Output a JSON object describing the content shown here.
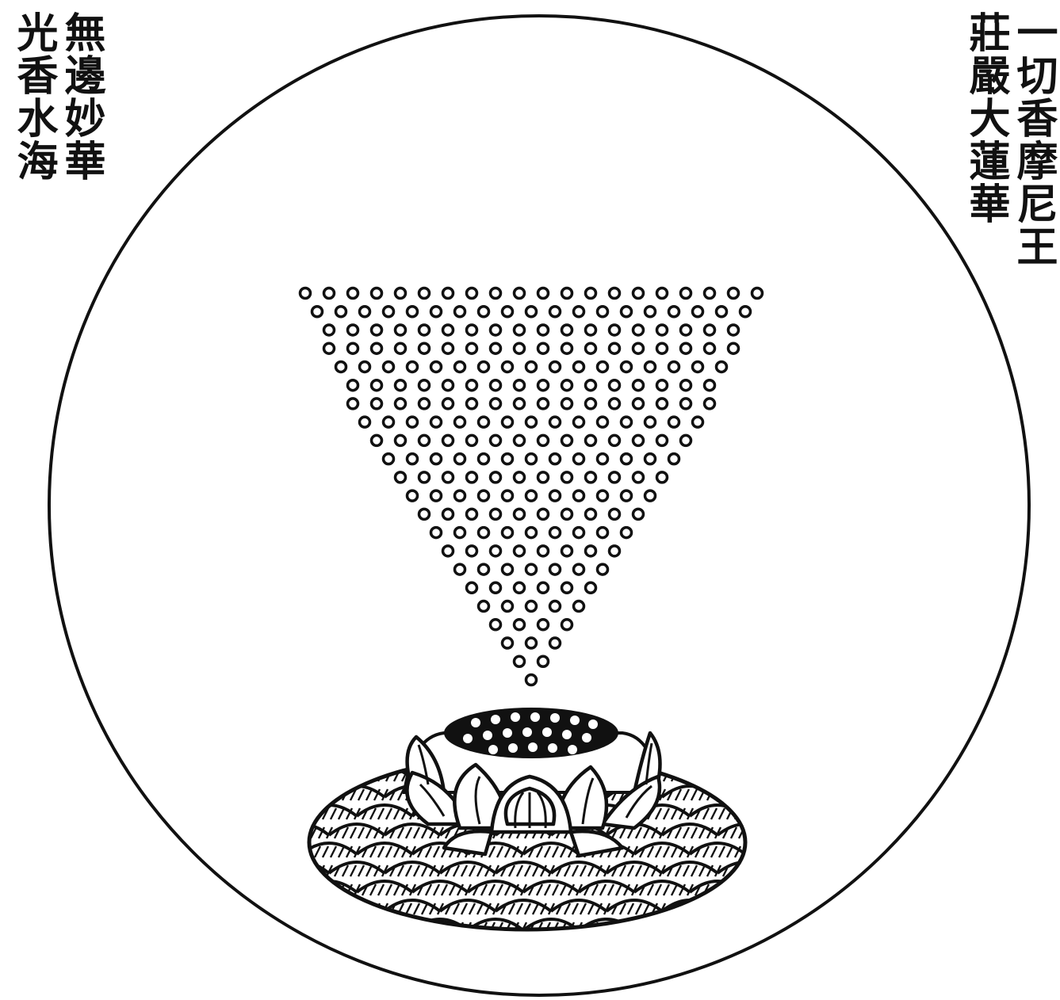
{
  "captions": {
    "left": {
      "columns": [
        "無邊妙華",
        "光香水海"
      ]
    },
    "right": {
      "columns": [
        "一切香摩尼王",
        "莊嚴大蓮華"
      ]
    }
  },
  "illustration": {
    "dot_rows": [
      20,
      19,
      18,
      18,
      17,
      16,
      16,
      15,
      14,
      13,
      12,
      11,
      10,
      9,
      8,
      7,
      6,
      5,
      4,
      3,
      2,
      1
    ],
    "ink_color": "#111111",
    "paper_color": "#ffffff"
  }
}
